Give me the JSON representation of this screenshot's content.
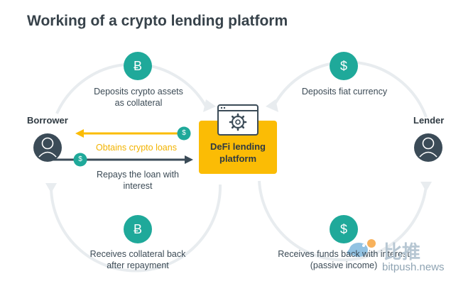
{
  "title": "Working of a crypto lending platform",
  "roles": {
    "borrower": "Borrower",
    "lender": "Lender"
  },
  "platform": {
    "line1": "DeFi lending",
    "line2": "platform"
  },
  "steps": {
    "deposit_crypto": {
      "line1": "Deposits crypto assets",
      "line2": "as collateral"
    },
    "deposit_fiat": {
      "line1": "Deposits fiat currency"
    },
    "obtain_loans": {
      "line1": "Obtains crypto loans"
    },
    "repay": {
      "line1": "Repays the loan with",
      "line2": "interest"
    },
    "collateral_back": {
      "line1": "Receives collateral back",
      "line2": "after repayment"
    },
    "funds_back": {
      "line1": "Receives funds back with interest",
      "line2": "(passive income)"
    }
  },
  "icons": {
    "bitcoin": "Ƀ",
    "dollar": "$"
  },
  "watermark": {
    "cn": "比推",
    "domain": "bitpush.news"
  },
  "colors": {
    "teal": "#1fa99a",
    "yellow": "#fbbc05",
    "dark": "#3b4b57",
    "arc": "#e8ecef"
  }
}
